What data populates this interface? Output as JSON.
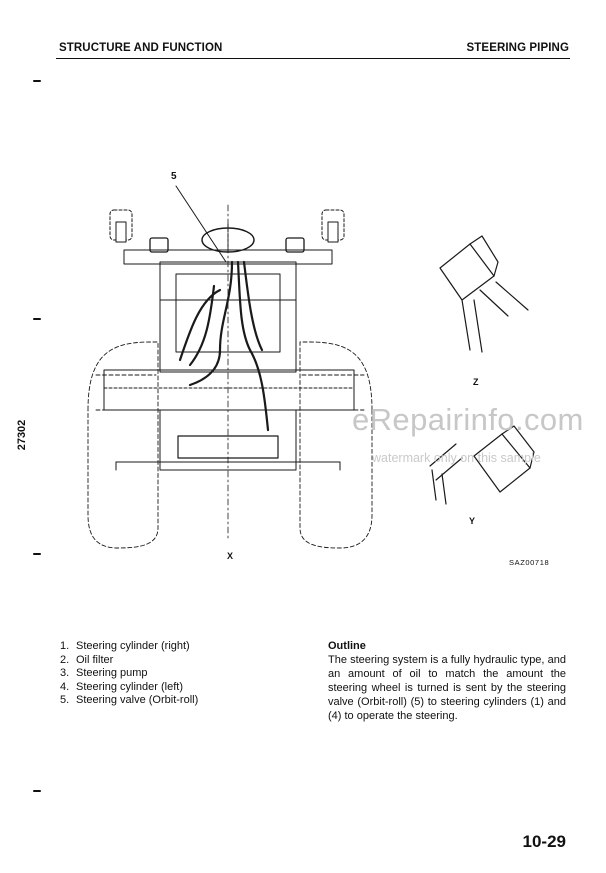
{
  "header": {
    "left": "STRUCTURE AND FUNCTION",
    "right": "STEERING PIPING"
  },
  "margin_number": "27302",
  "diagram": {
    "callout": "5",
    "view_labels": {
      "x": "X",
      "y": "Y",
      "z": "Z"
    },
    "drawing_code": "SAZ00718"
  },
  "parts": [
    {
      "num": "1.",
      "label": "Steering cylinder (right)"
    },
    {
      "num": "2.",
      "label": "Oil filter"
    },
    {
      "num": "3.",
      "label": "Steering pump"
    },
    {
      "num": "4.",
      "label": "Steering cylinder (left)"
    },
    {
      "num": "5.",
      "label": "Steering valve (Orbit-roll)"
    }
  ],
  "outline": {
    "title": "Outline",
    "text": "The steering system is a fully hydraulic type, and an amount of oil to match the amount the steering wheel is turned is sent by the steering valve (Orbit-roll) (5) to steering cylinders (1) and (4) to operate the steering."
  },
  "page_number": "10-29",
  "watermark": {
    "main": "eRepairinfo.com",
    "sub": "watermark only on this sample"
  }
}
